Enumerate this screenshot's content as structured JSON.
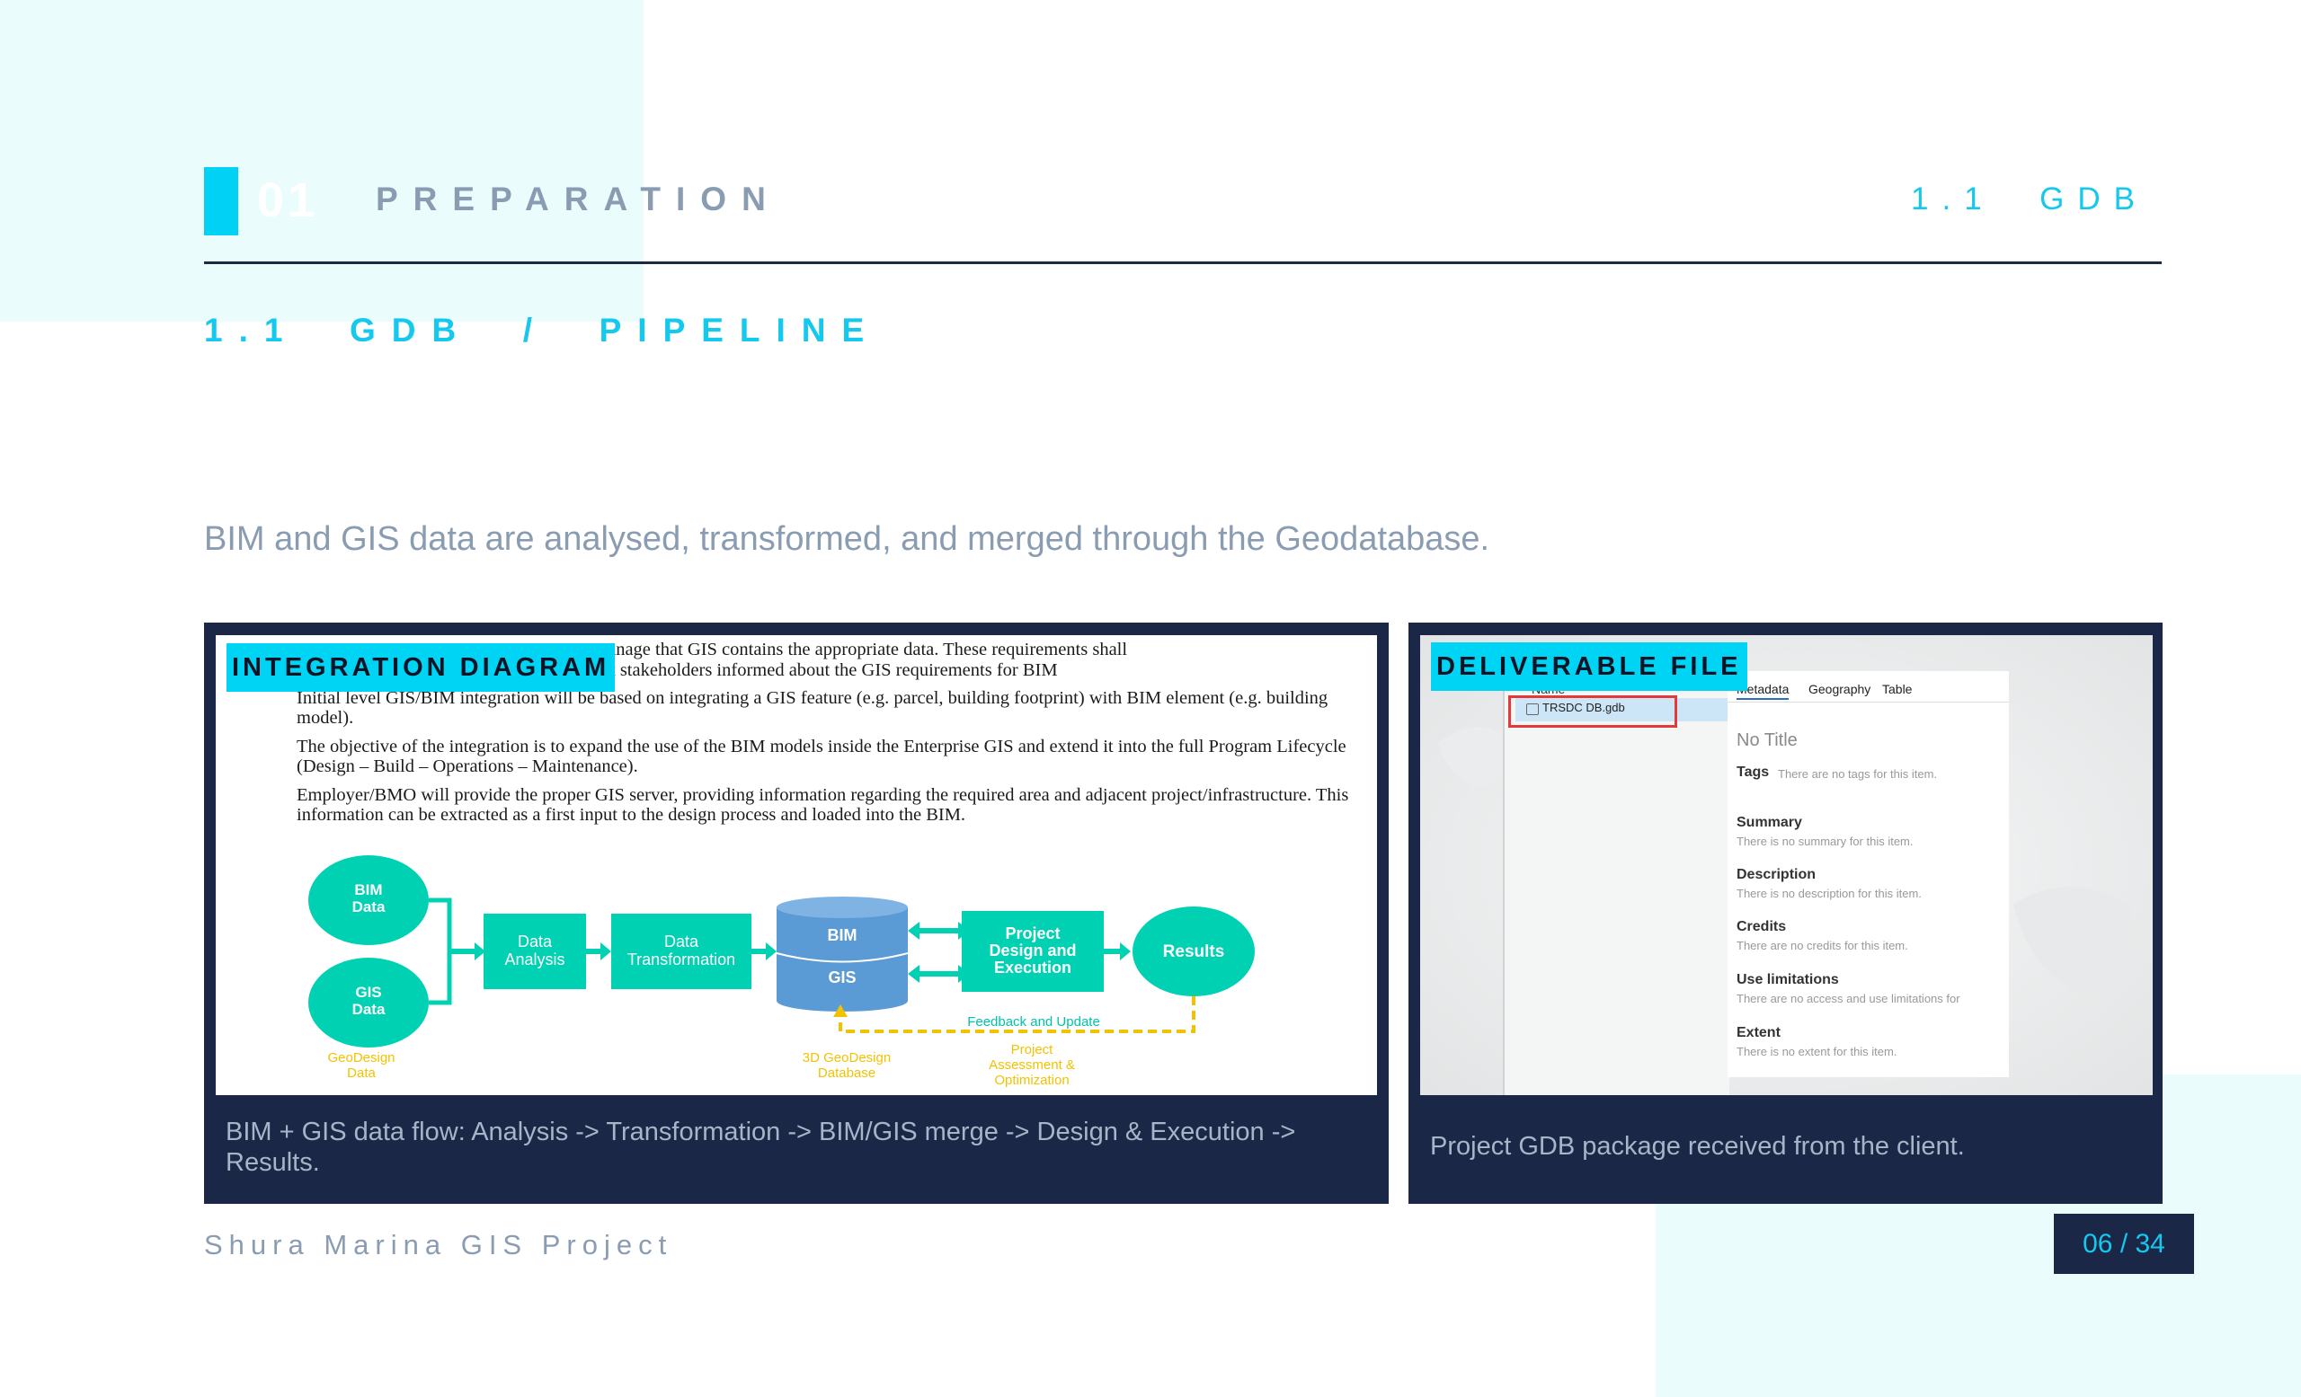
{
  "header": {
    "section_number": "01",
    "section_title": "PREPARATION",
    "section_tag": "1.1  GDB"
  },
  "subheader": {
    "title": "1.1  GDB  /  PIPELINE"
  },
  "intro": "BIM and GIS data are analysed, transformed, and merged through the Geodatabase.",
  "cards": [
    {
      "label": "INTEGRATION DIAGRAM",
      "caption": "BIM + GIS data flow: Analysis -> Transformation -> BIM/GIS merge -> Design & Execution -> Results.",
      "document": {
        "line0": "ss to manage that GIS contains the appropriate data. These requirements shall",
        "line1": "hat all project stakeholders informed about the GIS requirements for BIM",
        "paragraphs": [
          "Initial level GIS/BIM integration will be based on integrating a GIS feature (e.g. parcel, building footprint) with BIM element (e.g. building model).",
          "The objective of the integration is to expand the use of the BIM models inside the Enterprise GIS and extend it into the full Program Lifecycle (Design – Build – Operations – Maintenance).",
          "Employer/BMO will provide the proper GIS server, providing information regarding the required area and adjacent project/infrastructure. This information can be extracted as a first input to the design process and loaded into the BIM."
        ]
      },
      "diagram": {
        "bim_data": "BIM Data",
        "gis_data": "GIS Data",
        "data_analysis": "Data Analysis",
        "data_transformation": "Data Transformation",
        "db_bim": "BIM",
        "db_gis": "GIS",
        "project_design": "Project Design and Execution",
        "results": "Results",
        "feedback": "Feedback and Update",
        "geodesign_data": "GeoDesign Data",
        "geodesign_db": "3D GeoDesign Database",
        "project_assessment": "Project Assessment & Optimization"
      }
    },
    {
      "label": "DELIVERABLE FILE",
      "caption": "Project GDB package received from the client.",
      "catalog": {
        "name_header": "Name",
        "file_name": "TRSDC DB.gdb",
        "tabs": [
          "Metadata",
          "Geography",
          "Table"
        ],
        "no_title": "No Title",
        "tags_label": "Tags",
        "tags_text": "There are no tags for this item.",
        "fields": [
          {
            "label": "Summary",
            "text": "There is no summary for this item."
          },
          {
            "label": "Description",
            "text": "There is no description for this item."
          },
          {
            "label": "Credits",
            "text": "There are no credits for this item."
          },
          {
            "label": "Use limitations",
            "text": "There are no access and use limitations for"
          },
          {
            "label": "Extent",
            "text": "There is no extent for this item."
          }
        ]
      }
    }
  ],
  "footer": {
    "project": "Shura Marina GIS Project",
    "page": "06 / 34"
  },
  "colors": {
    "accent": "#00d1f5",
    "navy": "#1b2746",
    "muted": "#8a9cb1",
    "teal": "#00d1b2",
    "db_blue": "#5b9bd5",
    "gold": "#f2c200"
  }
}
